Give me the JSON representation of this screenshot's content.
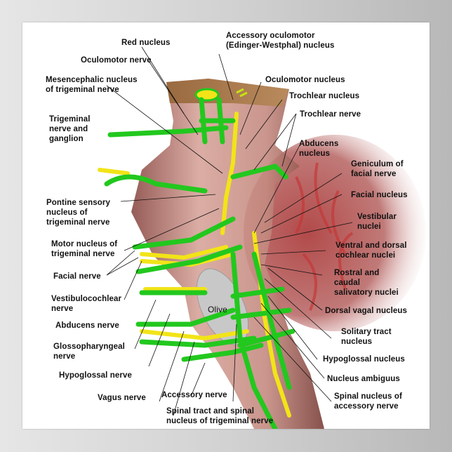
{
  "poster": {
    "subject": "Cranial nerve nuclei of the brainstem (lateral cut-away view)",
    "colors": {
      "background_left": "#e6e6e6",
      "background_right": "#b8b8b8",
      "poster": "#ffffff",
      "motor_nerve": "#22c81e",
      "sensory_nerve": "#f2e418",
      "brainstem_tissue": "#c88c84",
      "cut_surface": "#a8784c",
      "cerebellum": "#b05a5a",
      "olive": "#c8c8c8",
      "leader_line": "#111111"
    }
  },
  "labels": {
    "left": [
      {
        "id": "red-nucleus",
        "text": "Red nucleus"
      },
      {
        "id": "oculomotor-nerve",
        "text": "Oculomotor nerve"
      },
      {
        "id": "mesencephalic-nucleus",
        "text": "Mesencephalic nucleus\nof trigeminal nerve"
      },
      {
        "id": "trigeminal-nerve-ganglion",
        "text": "Trigeminal\nnerve and\nganglion"
      },
      {
        "id": "pontine-sensory-nucleus",
        "text": "Pontine sensory\nnucleus of\ntrigeminal nerve"
      },
      {
        "id": "motor-nucleus-trigeminal",
        "text": "Motor nucleus of\ntrigeminal nerve"
      },
      {
        "id": "facial-nerve",
        "text": "Facial nerve"
      },
      {
        "id": "vestibulocochlear-nerve",
        "text": "Vestibulocochlear\nnerve"
      },
      {
        "id": "abducens-nerve",
        "text": "Abducens nerve"
      },
      {
        "id": "glossopharyngeal-nerve",
        "text": "Glossopharyngeal\nnerve"
      },
      {
        "id": "hypoglossal-nerve",
        "text": "Hypoglossal nerve"
      },
      {
        "id": "vagus-nerve",
        "text": "Vagus nerve"
      }
    ],
    "bottom": [
      {
        "id": "accessory-nerve",
        "text": "Accessory nerve"
      },
      {
        "id": "spinal-tract-trigeminal",
        "text": "Spinal tract and spinal\nnucleus of trigeminal nerve"
      }
    ],
    "top": [
      {
        "id": "accessory-oculomotor-nucleus",
        "text": "Accessory oculomotor\n(Edinger-Westphal) nucleus"
      }
    ],
    "right": [
      {
        "id": "oculomotor-nucleus",
        "text": "Oculomotor nucleus"
      },
      {
        "id": "trochlear-nucleus",
        "text": "Trochlear nucleus"
      },
      {
        "id": "trochlear-nerve",
        "text": "Trochlear nerve"
      },
      {
        "id": "abducens-nucleus",
        "text": "Abducens\nnucleus"
      },
      {
        "id": "geniculum-facial-nerve",
        "text": "Geniculum of\nfacial nerve"
      },
      {
        "id": "facial-nucleus",
        "text": "Facial nucleus"
      },
      {
        "id": "vestibular-nuclei",
        "text": "Vestibular\nnuclei"
      },
      {
        "id": "cochlear-nuclei",
        "text": "Ventral and dorsal\ncochlear nuclei"
      },
      {
        "id": "salivatory-nuclei",
        "text": "Rostral and\ncaudal\nsalivatory nuclei"
      },
      {
        "id": "dorsal-vagal-nucleus",
        "text": "Dorsal vagal nucleus"
      },
      {
        "id": "solitary-tract-nucleus",
        "text": "Solitary tract\nnucleus"
      },
      {
        "id": "hypoglossal-nucleus",
        "text": "Hypoglossal nucleus"
      },
      {
        "id": "nucleus-ambiguus",
        "text": "Nucleus ambiguus"
      },
      {
        "id": "spinal-nucleus-accessory",
        "text": "Spinal nucleus of\naccessory nerve"
      }
    ],
    "inline": [
      {
        "id": "olive",
        "text": "Olive"
      }
    ]
  }
}
